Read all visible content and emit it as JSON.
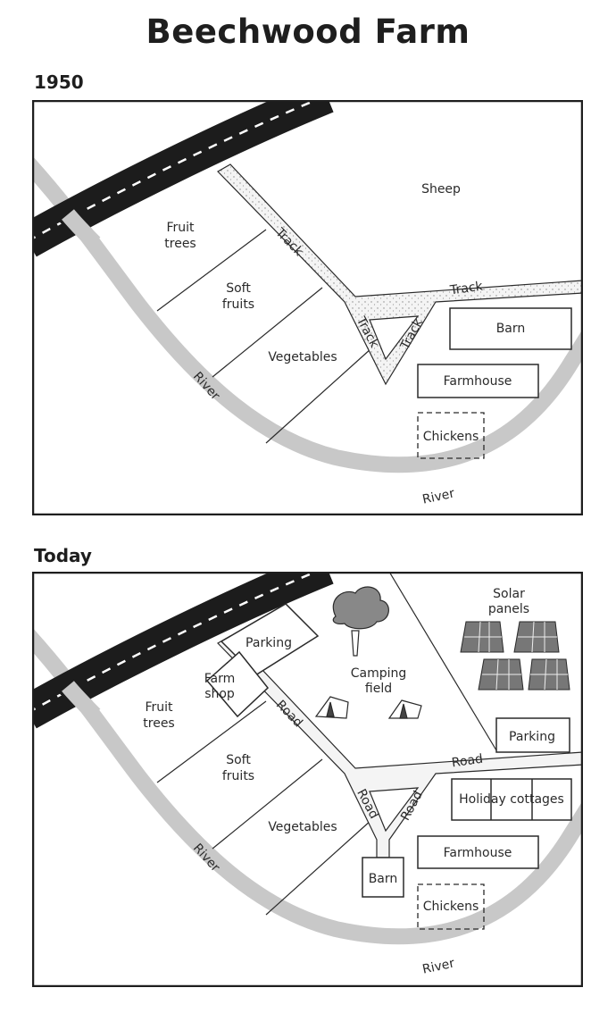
{
  "title": "Beechwood Farm",
  "maps": {
    "past": {
      "heading": "1950",
      "labels": {
        "sheep": "Sheep",
        "fruit_trees": [
          "Fruit",
          "trees"
        ],
        "soft_fruits": [
          "Soft",
          "fruits"
        ],
        "vegetables": "Vegetables",
        "track": "Track",
        "barn": "Barn",
        "farmhouse": "Farmhouse",
        "chickens": "Chickens",
        "river": "River"
      }
    },
    "today": {
      "heading": "Today",
      "labels": {
        "parking": "Parking",
        "farm_shop": [
          "Farm",
          "shop"
        ],
        "camping_field": [
          "Camping",
          "field"
        ],
        "solar_panels": [
          "Solar",
          "panels"
        ],
        "fruit_trees": [
          "Fruit",
          "trees"
        ],
        "soft_fruits": [
          "Soft",
          "fruits"
        ],
        "vegetables": "Vegetables",
        "road": "Road",
        "holiday_cottages": "Holiday cottages",
        "farmhouse": "Farmhouse",
        "barn": "Barn",
        "chickens": "Chickens",
        "river": "River"
      }
    }
  },
  "colors": {
    "river": "#c8c8c8",
    "main_road": "#1c1c1c",
    "track_fill": "#f4f4f4",
    "outline": "#2a2a2a"
  }
}
